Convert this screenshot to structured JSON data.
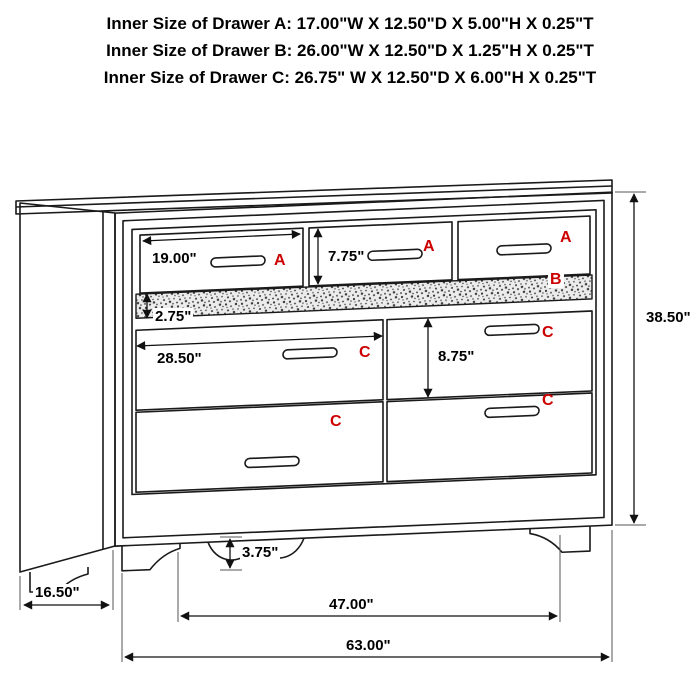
{
  "header": {
    "lines": [
      "Inner Size of Drawer A: 17.00\"W X 12.50\"D X 5.00\"H X 0.25\"T",
      "Inner Size of Drawer B: 26.00\"W X 12.50\"D X 1.25\"H X 0.25\"T",
      "Inner Size of Drawer C: 26.75\" W X 12.50\"D X 6.00\"H X 0.25\"T"
    ]
  },
  "diagram": {
    "drawer_labels": {
      "a1": "A",
      "a2": "A",
      "a3": "A",
      "b": "B",
      "c1": "C",
      "c2": "C",
      "c3": "C",
      "c4": "C"
    },
    "dimensions": {
      "drawer_a_width": "19.00\"",
      "drawer_a_front_height": "7.75\"",
      "drawer_b_front_height": "2.75\"",
      "drawer_c_width": "28.50\"",
      "drawer_c_front_height": "8.75\"",
      "overall_height": "38.50\"",
      "base_height": "3.75\"",
      "side_depth": "16.50\"",
      "feet_inner_span": "47.00\"",
      "overall_width": "63.00\""
    },
    "colors": {
      "label_red": "#cc0000",
      "line_black": "#1a1a1a"
    }
  }
}
